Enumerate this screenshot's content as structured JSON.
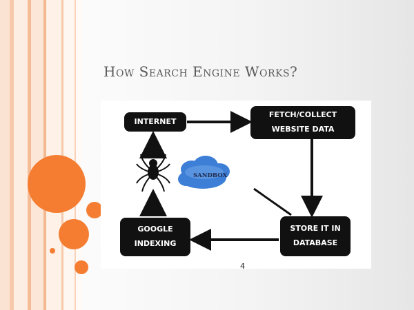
{
  "slide": {
    "title": "How Search Engine Works?"
  },
  "diagram": {
    "nodes": {
      "internet": "INTERNET",
      "fetch_line1": "FETCH/COLLECT",
      "fetch_line2": "WEBSITE DATA",
      "store_line1": "STORE IT IN",
      "store_line2": "DATABASE",
      "google_line1": "GOOGLE",
      "google_line2": "INDEXING",
      "sandbox": "SANDBOX"
    },
    "stray_mark": "4"
  },
  "colors": {
    "accent_orange": "#f47d32",
    "node_fill": "#111111",
    "node_text": "#ffffff",
    "sandbox_cloud": "#3d7fd6",
    "title_text": "#5a5a5a"
  },
  "icons": [
    "spider-icon",
    "arrow-icon",
    "cloud-icon"
  ]
}
